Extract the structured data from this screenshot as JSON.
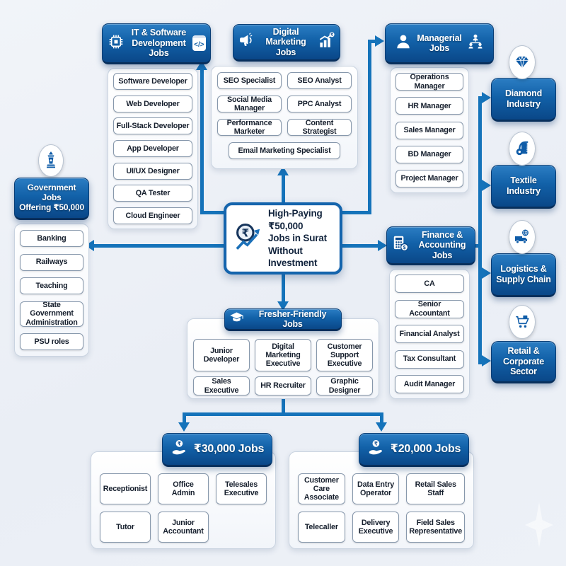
{
  "colors": {
    "header_blue": "#1261a8",
    "header_blue_dark": "#0a4788",
    "arrow": "#1573ba",
    "background": "#eef1f6"
  },
  "center": {
    "line1": "High-Paying ₹50,000",
    "line2": "Jobs in Surat",
    "line3": "Without Investment",
    "icon": "rupee-growth-icon"
  },
  "glyphs": {
    "code": "</>"
  },
  "sections": {
    "it": {
      "line1": "IT & Software",
      "line2": "Development Jobs",
      "icon_left": "cpu-chip-icon",
      "icon_right": "code-icon",
      "items": [
        "Software Developer",
        "Web Developer",
        "Full-Stack Developer",
        "App Developer",
        "UI/UX Designer",
        "QA Tester",
        "Cloud Engineer"
      ]
    },
    "digital": {
      "line1": "Digital Marketing",
      "line2": "Jobs",
      "icon_left": "megaphone-icon",
      "icon_right": "growth-chart-icon",
      "grid": [
        "SEO Specialist",
        "SEO Analyst",
        "Social Media Manager",
        "PPC Analyst",
        "Performance Marketer",
        "Content Strategist"
      ],
      "bottom": "Email Marketing Specialist"
    },
    "managerial": {
      "line1": "Managerial",
      "line2": "Jobs",
      "icon_left": "person-icon",
      "icon_right": "org-chart-icon",
      "items": [
        "Operations Manager",
        "HR Manager",
        "Sales Manager",
        "BD Manager",
        "Project Manager"
      ]
    },
    "government": {
      "line1": "Government Jobs",
      "line2": "Offering ₹50,000",
      "icon": "national-emblem-icon",
      "items": [
        "Banking",
        "Railways",
        "Teaching",
        "State Government Administration",
        "PSU roles"
      ]
    },
    "finance": {
      "line1": "Finance &",
      "line2": "Accounting Jobs",
      "icon_left": "calculator-coin-icon",
      "items": [
        "CA",
        "Senior Accountant",
        "Financial Analyst",
        "Tax Consultant",
        "Audit Manager"
      ]
    },
    "industries": [
      {
        "line1": "Diamond",
        "line2": "Industry",
        "icon": "diamond-icon"
      },
      {
        "line1": "Textile",
        "line2": "Industry",
        "icon": "fabric-roll-icon"
      },
      {
        "line1": "Logistics &",
        "line2": "Supply Chain",
        "icon": "logistics-truck-icon"
      },
      {
        "line1": "Retail &",
        "line2": "Corporate Sector",
        "icon": "shopping-cart-icon"
      }
    ],
    "fresher": {
      "title": "Fresher-Friendly Jobs",
      "icon": "graduation-cap-icon",
      "items": [
        "Junior Developer",
        "Digital Marketing Executive",
        "Customer Support Executive",
        "Sales Executive",
        "HR Recruiter",
        "Graphic Designer"
      ]
    },
    "jobs30k": {
      "title": "₹30,000 Jobs",
      "icon": "hand-coin-icon",
      "items": [
        "Receptionist",
        "Office Admin",
        "Telesales Executive",
        "Tutor",
        "Junior Accountant"
      ]
    },
    "jobs20k": {
      "title": "₹20,000 Jobs",
      "icon": "hand-coin-icon",
      "items": [
        "Customer Care Associate",
        "Data Entry Operator",
        "Retail Sales Staff",
        "Telecaller",
        "Delivery Executive",
        "Field Sales Representative"
      ]
    }
  }
}
